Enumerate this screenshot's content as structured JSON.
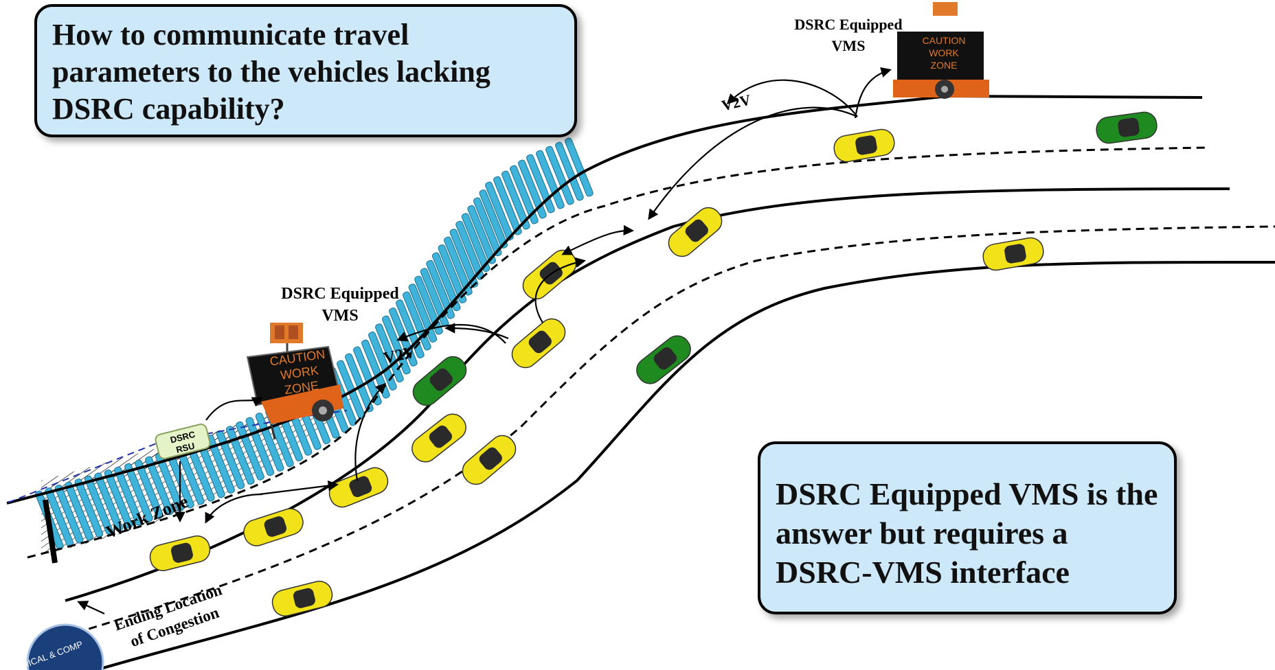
{
  "question_box": {
    "text": "How to communicate travel parameters to the vehicles lacking DSRC capability?"
  },
  "answer_box": {
    "text": "DSRC Equipped VMS is the answer but requires a DSRC-VMS interface"
  },
  "vms_left": {
    "caption_line1": "DSRC Equipped",
    "caption_line2": "VMS",
    "sign_lines": [
      "CAUTION",
      "WORK",
      "ZONE"
    ]
  },
  "vms_right": {
    "caption_line1": "DSRC Equipped",
    "caption_line2": "VMS",
    "sign_lines": [
      "CAUTION",
      "WORK",
      "ZONE"
    ]
  },
  "labels": {
    "v2v_upper": "V2V",
    "v2v_middle": "V2V",
    "work_zone": "Work Zone",
    "rsu_line1": "DSRC",
    "rsu_line2": "RSU",
    "ending_line1": "Ending Location",
    "ending_line2": "of Congestion",
    "logo": "RICAL & COMP"
  },
  "colors": {
    "callout_fill": "#cde9f9",
    "congestion_bars": "#3fb3d9",
    "car_connected": "#f2e21a",
    "car_unconnected": "#1f8a1f",
    "sign_text": "#e07a2a",
    "rsu_fill": "#e5f3c8",
    "dsrc_link": "#2233aa"
  }
}
